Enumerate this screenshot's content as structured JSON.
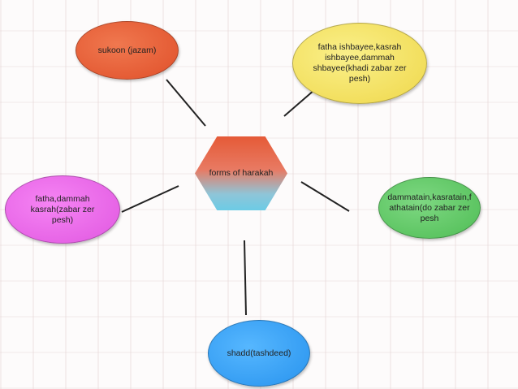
{
  "diagram": {
    "center": {
      "label": "forms of harakah",
      "colors": [
        "#e55a37",
        "#6ccbe5"
      ]
    },
    "nodes": [
      {
        "id": "sukoon",
        "label": "sukoon (jazam)",
        "color": "#e0502a"
      },
      {
        "id": "fatha-ishbayee",
        "label": "fatha ishbayee,kasrah ishbayee,dammah shbayee(khadi zabar zer pesh)",
        "color": "#efd74a"
      },
      {
        "id": "fatha-dammah",
        "label": "fatha,dammah kasrah(zabar zer pesh)",
        "color": "#e057e0"
      },
      {
        "id": "dammatain",
        "label": "dammatain,kasratain,f athatain(do zabar zer pesh",
        "color": "#4fbd55"
      },
      {
        "id": "shadd",
        "label": "shadd(tashdeed)",
        "color": "#2893ee"
      }
    ]
  }
}
